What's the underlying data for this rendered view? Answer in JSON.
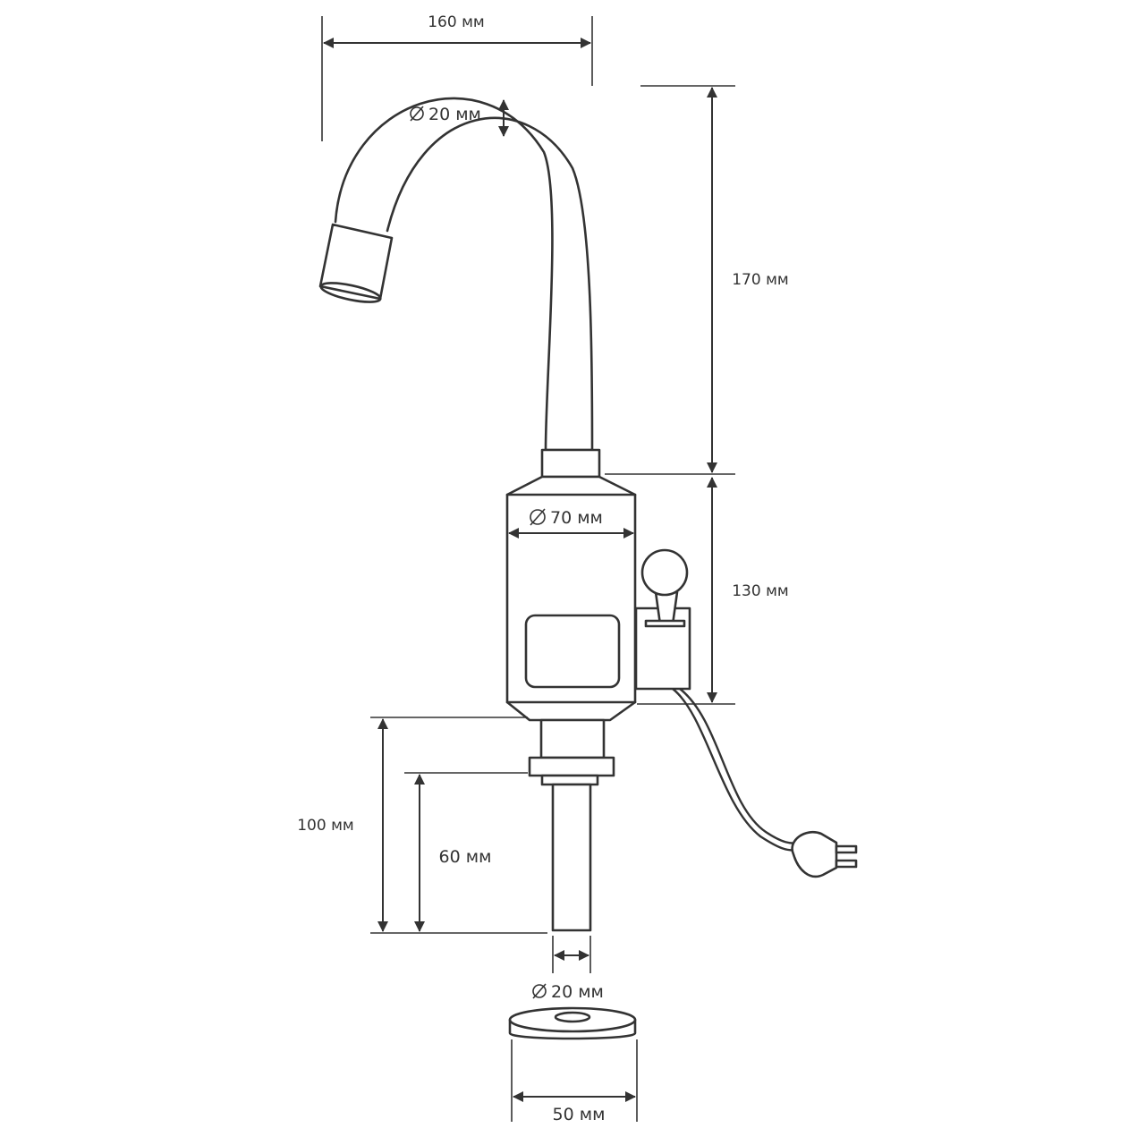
{
  "dimensions": {
    "spout_reach": "160 мм",
    "spout_diameter": "20 мм",
    "spout_height": "170 мм",
    "body_diameter": "70 мм",
    "body_height": "130 мм",
    "mount_total": "100 мм",
    "mount_thread": "60 мм",
    "pipe_diameter": "20 мм",
    "washer_diameter": "50 мм"
  }
}
